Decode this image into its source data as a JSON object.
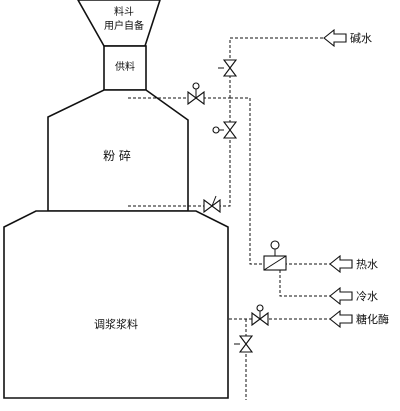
{
  "labels": {
    "hopper_line1": "料斗",
    "hopper_line2": "用户自备",
    "feeder": "供料",
    "crusher": "粉 碎",
    "tank": "调浆浆料",
    "alkali": "碱水",
    "hot_water": "热水",
    "cold_water": "冷水",
    "catalyst": "糖化酶"
  },
  "icons": {
    "valve": "gate-valve-icon",
    "arrow": "hollow-left-arrow-icon",
    "mixer": "mixing-valve-icon"
  },
  "colors": {
    "line": "#111111",
    "background": "#ffffff"
  }
}
